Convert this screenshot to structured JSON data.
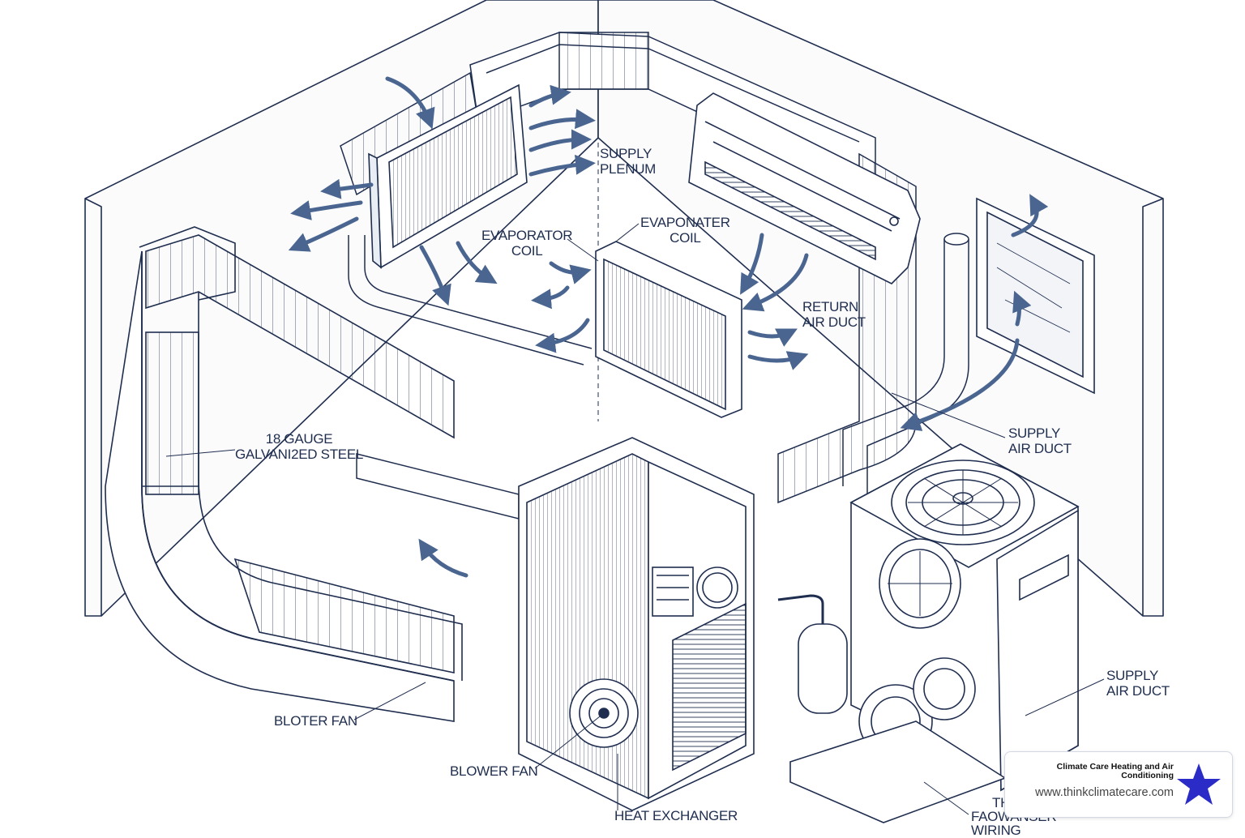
{
  "labels": {
    "supply_plenum": [
      "SUPPLY",
      "PLENUM"
    ],
    "evaporator_coil_left": [
      "EVAPORATOR",
      "COIL"
    ],
    "evaponater_coil": [
      "EVAPONATER",
      "COIL"
    ],
    "return_air_duct": [
      "RETURN",
      "AIR DUCT"
    ],
    "gauge_steel": [
      "18 GAUGE",
      "GALVANI2ED STEEL"
    ],
    "supply_air_duct_mid": [
      "SUPPLY",
      "AIR DUCT"
    ],
    "supply_air_duct_right": [
      "SUPPLY",
      "AIR DUCT"
    ],
    "bloter_fan": "BLOTER FAN",
    "blower_fan": "BLOWER FAN",
    "heat_exchanger": "HEAT EXCHANGER",
    "faowanser": [
      "THE",
      "FAOWANSER",
      "WIRING"
    ]
  },
  "badge": {
    "name": "Climate Care Heating and Air Conditioning",
    "url": "www.thinkclimatecare.com"
  },
  "colors": {
    "ink": "#1f2e4f",
    "arrow": "#4a6690",
    "star": "#2b2bc8",
    "wall": "#fbfbfc"
  },
  "icons": [
    "star-icon"
  ]
}
